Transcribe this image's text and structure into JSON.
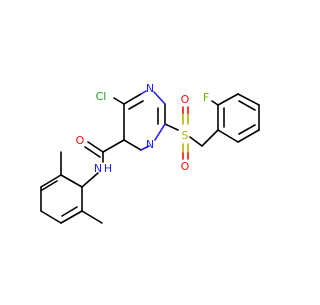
{
  "molecule": {
    "atom_labels": {
      "chlorine": "Cl",
      "pyrimidine_n_top": "N",
      "pyrimidine_n_bottom": "N",
      "carbonyl_oxygen": "O",
      "amide_nh": "N",
      "amide_h": "H",
      "sulfur": "S",
      "sulfonyl_o_top": "O",
      "sulfonyl_o_bottom": "O",
      "fluorine": "F"
    },
    "colors": {
      "bond": "#000000",
      "chlorine": "#1fa01f",
      "nitrogen": "#1f1fff",
      "oxygen": "#ff0d0d",
      "sulfur": "#b2b200",
      "fluorine": "#69b400"
    }
  }
}
